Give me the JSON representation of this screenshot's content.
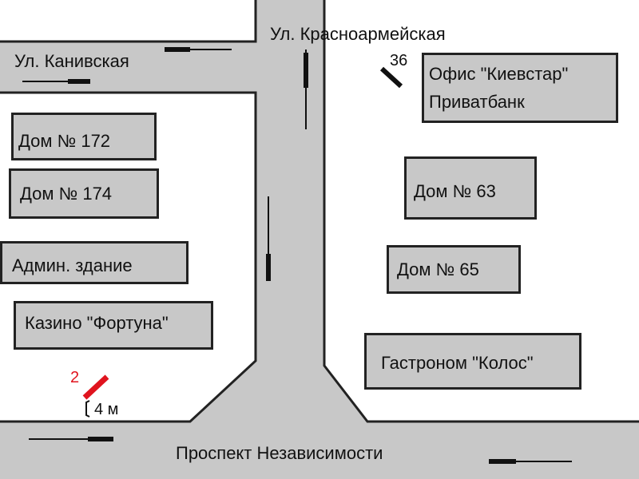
{
  "colors": {
    "road": "#c8c8c8",
    "edge": "#222222",
    "background": "#ffffff",
    "building": "#c8c8c8",
    "highlight": "#e0141e",
    "text": "#111111"
  },
  "streets": {
    "kanivska": "Ул. Канивская",
    "krasnoarmeyskaya": "Ул. Красноармейская",
    "nezavisimosti": "Проспект Независимости"
  },
  "buildings": {
    "house_172": "Дом № 172",
    "house_174": "Дом № 174",
    "admin": "Админ. здание",
    "casino": "Казино \"Фортуна\"",
    "kyivstar_line1": "Офис \"Киевстар\"",
    "kyivstar_line2": "Приватбанк",
    "house_63": "Дом № 63",
    "house_65": "Дом № 65",
    "gastronom": "Гастроном \"Колос\""
  },
  "markers": {
    "marker_36": "36",
    "marker_2": "2",
    "distance": "4 м"
  },
  "icons": [
    "traffic-arrow-icon",
    "location-marker-icon"
  ]
}
